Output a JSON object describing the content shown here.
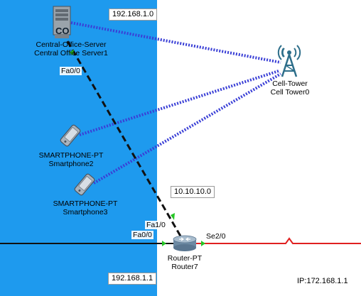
{
  "networks": {
    "top": "192.168.1.0",
    "middle": "10.10.10.0",
    "bottom": "192.168.1.1",
    "ip_note": "IP:172.168.1.1"
  },
  "devices": {
    "server": {
      "type": "Central-Office-Server",
      "name": "Central Office Server1",
      "badge": "CO",
      "icon": "server-icon"
    },
    "tower": {
      "type": "Cell-Tower",
      "name": "Cell Tower0",
      "icon": "cell-tower-icon"
    },
    "phone2": {
      "type": "SMARTPHONE-PT",
      "name": "Smartphone2",
      "icon": "smartphone-icon"
    },
    "phone3": {
      "type": "SMARTPHONE-PT",
      "name": "Smartphone3",
      "icon": "smartphone-icon"
    },
    "router": {
      "type": "Router-PT",
      "name": "Router7",
      "icon": "router-icon"
    }
  },
  "ports": {
    "server_fa00": "Fa0/0",
    "router_fa10": "Fa1/0",
    "router_fa00": "Fa0/0",
    "router_se20": "Se2/0"
  },
  "colors": {
    "area": "#1e9aee",
    "wireless": "#3a3fd6",
    "serial": "#e02020",
    "port_up": "#26c626"
  }
}
